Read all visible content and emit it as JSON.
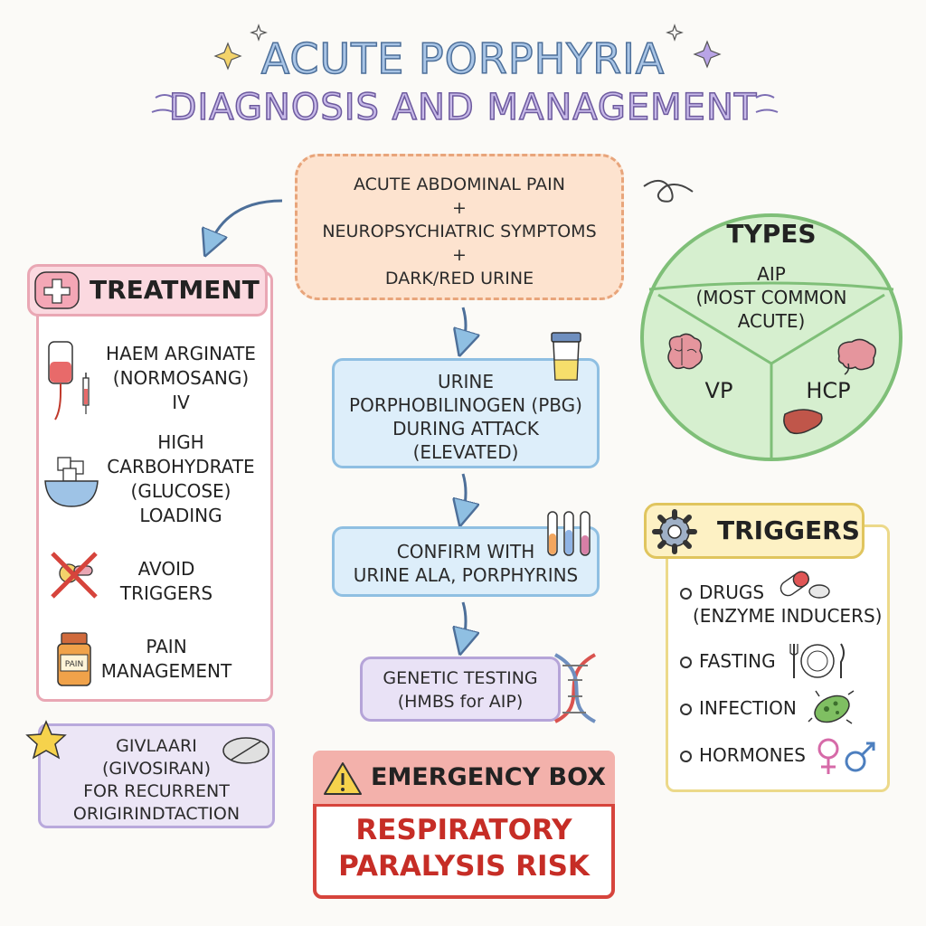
{
  "title": {
    "line1": "ACUTE PORPHYRIA",
    "line2": "DIAGNOSIS AND MANAGEMENT"
  },
  "symptoms": {
    "line1": "ACUTE ABDOMINAL PAIN",
    "plus1": "+",
    "line2": "NEUROPSYCHIATRIC SYMPTOMS",
    "plus2": "+",
    "line3": "DARK/RED URINE"
  },
  "diagnosis": {
    "pbg": [
      "URINE",
      "PORPHOBILINOGEN (PBG)",
      "DURING ATTACK",
      "(ELEVATED)"
    ],
    "confirm": [
      "CONFIRM WITH",
      "URINE ALA, PORPHYRINS"
    ],
    "genetic": [
      "GENETIC TESTING",
      "(HMBS for AIP)"
    ]
  },
  "treatment": {
    "heading": "TREATMENT",
    "items": [
      {
        "lines": [
          "HAEM ARGINATE",
          "(NORMOSANG)",
          "IV"
        ],
        "icon": "iv-bag-icon"
      },
      {
        "lines": [
          "HIGH",
          "CARBOHYDRATE",
          "(GLUCOSE)",
          "LOADING"
        ],
        "icon": "sugar-bowl-icon"
      },
      {
        "lines": [
          "AVOID",
          "TRIGGERS"
        ],
        "icon": "crossed-out-icon"
      },
      {
        "lines": [
          "PAIN",
          "MANAGEMENT"
        ],
        "icon": "pill-bottle-icon",
        "bottle_label": "PAIN"
      }
    ]
  },
  "givlaari": {
    "lines": [
      "GIVLAARI",
      "(GIVOSIRAN)",
      "FOR RECURRENT",
      "ORIGIRINDTACTION"
    ]
  },
  "types": {
    "heading": "TYPES",
    "aip": [
      "AIP",
      "(MOST COMMON",
      "ACUTE)"
    ],
    "vp": "VP",
    "hcp": "HCP"
  },
  "triggers": {
    "heading": "TRIGGERS",
    "items": [
      {
        "lines": [
          "DRUGS",
          "(ENZYME INDUCERS)"
        ],
        "icon": "pills-icon"
      },
      {
        "lines": [
          "FASTING"
        ],
        "icon": "plate-cutlery-icon"
      },
      {
        "lines": [
          "INFECTION"
        ],
        "icon": "bacteria-icon"
      },
      {
        "lines": [
          "HORMONES"
        ],
        "icon": "gender-symbols-icon"
      }
    ]
  },
  "emergency": {
    "heading": "EMERGENCY BOX",
    "text1": "RESPIRATORY",
    "text2": "PARALYSIS RISK"
  },
  "colors": {
    "treatment": "#e9a7b4",
    "diagnosis": "#8fbfe2",
    "types": "#7fbf78",
    "triggers": "#e0c55e",
    "emergency": "#d6443c"
  }
}
